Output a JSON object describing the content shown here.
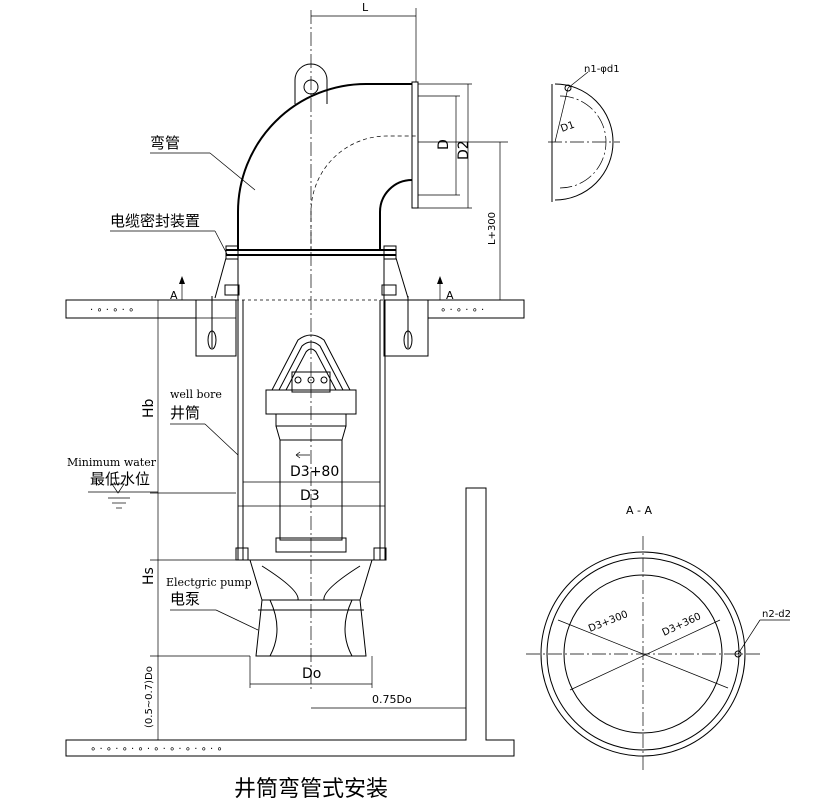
{
  "title": "井筒弯管式安装",
  "labels": {
    "elbow": "弯管",
    "cable_seal": "电缆密封装置",
    "well_bore_en": "well bore",
    "well_bore_cn": "井筒",
    "min_water_en": "Minimum water",
    "min_water_cn": "最低水位",
    "pump_en": "Electgric pump",
    "pump_cn": "电泵",
    "section": "A - A",
    "section_mark_left": "A",
    "section_mark_right": "A"
  },
  "dimensions": {
    "L": "L",
    "D": "D",
    "D2": "D2",
    "L300": "L+300",
    "Hb": "Hb",
    "Hs": "Hs",
    "D3_80": "D3+80",
    "D3": "D3",
    "Do": "Do",
    "clearance": "0.75Do",
    "bottom": "(0.5~0.7)Do",
    "n1d1": "n1-φd1",
    "D1": "D1",
    "D3_300": "D3+300",
    "D3_360": "D3+360",
    "n2d2": "n2-d2"
  }
}
